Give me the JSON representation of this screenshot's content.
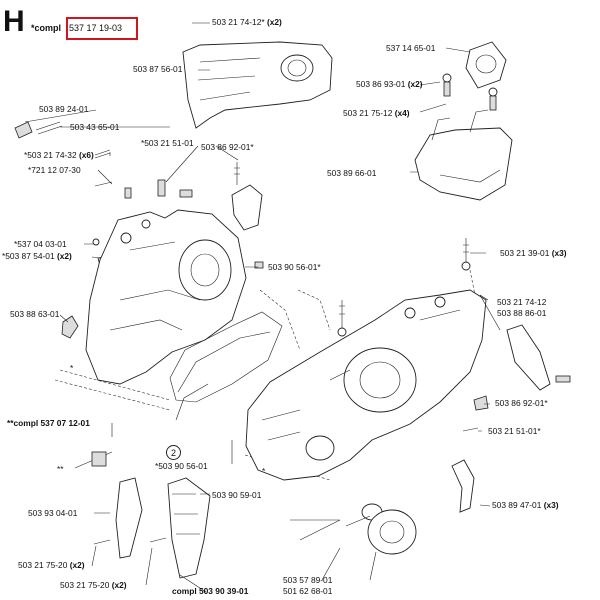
{
  "header": {
    "section": "H",
    "compl_prefix": "*compl",
    "compl_number": "537 17 19-03",
    "highlight_color": "#d0161c"
  },
  "callout_marker": "2",
  "labels": {
    "l01": {
      "num": "503 21 74-12*",
      "qty": "(x2)"
    },
    "l02": {
      "num": "503 87 56-01",
      "qty": ""
    },
    "l03": {
      "num": "537 14 65-01",
      "qty": ""
    },
    "l04": {
      "num": "503 86 93-01",
      "qty": "(x2)"
    },
    "l05": {
      "num": "503 21 75-12",
      "qty": "(x4)"
    },
    "l06": {
      "num": "503 89 66-01",
      "qty": ""
    },
    "l07": {
      "num": "503 89 24-01",
      "qty": ""
    },
    "l08": {
      "num": "503 43 65-01",
      "qty": ""
    },
    "l09": {
      "num": "*503 21 51-01",
      "qty": ""
    },
    "l10": {
      "num": "503 86 92-01*",
      "qty": ""
    },
    "l11": {
      "num": "*503 21 74-32",
      "qty": "(x6)"
    },
    "l12": {
      "num": "*721 12 07-30",
      "qty": ""
    },
    "l13": {
      "num": "*537 04 03-01",
      "qty": ""
    },
    "l14": {
      "num": "*503 87 54-01",
      "qty": "(x2)"
    },
    "l15": {
      "num": "503 21 39-01",
      "qty": "(x3)"
    },
    "l16": {
      "num": "503 90 56-01*",
      "qty": ""
    },
    "l17": {
      "num": "503 88 63-01",
      "qty": ""
    },
    "l18": {
      "num": "503 21 74-12",
      "qty": ""
    },
    "l19": {
      "num": "503 88 86-01",
      "qty": ""
    },
    "l20": {
      "num": "503 86 92-01*",
      "qty": ""
    },
    "l21": {
      "num": "503 21 51-01*",
      "qty": ""
    },
    "l22": {
      "num": "**compl 537 07 12-01",
      "qty": ""
    },
    "l23": {
      "num": "*503 90 56-01",
      "qty": ""
    },
    "l24": {
      "num": "503 89 47-01",
      "qty": "(x3)"
    },
    "l25": {
      "num": "503 90 59-01",
      "qty": ""
    },
    "l26": {
      "num": "503 93 04-01",
      "qty": ""
    },
    "l27": {
      "num": "503 21 75-20",
      "qty": "(x2)"
    },
    "l28": {
      "num": "503 21 75-20",
      "qty": "(x2)"
    },
    "l29": {
      "num": "compl 503 90 39-01",
      "qty": ""
    },
    "l30": {
      "num": "503 57 89-01",
      "qty": ""
    },
    "l31": {
      "num": "501 62 68-01",
      "qty": ""
    },
    "l32": {
      "num": "*",
      "qty": ""
    },
    "l33": {
      "num": "*",
      "qty": ""
    },
    "l34": {
      "num": "**",
      "qty": ""
    }
  }
}
